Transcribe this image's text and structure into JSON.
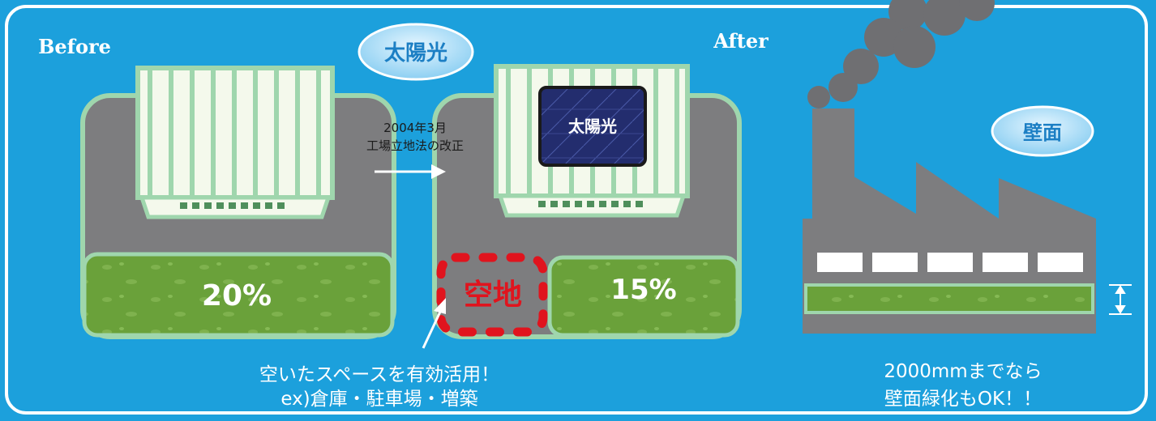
{
  "labels": {
    "before": "Before",
    "after": "After"
  },
  "badges": {
    "solar_top": "太陽光",
    "solar_roof": "太陽光",
    "wall": "壁面"
  },
  "law_change": {
    "line1": "2004年3月",
    "line2": "工場立地法の改正"
  },
  "green_ratio": {
    "before": "20%",
    "after": "15%"
  },
  "vacant_lot": "空地",
  "captions": {
    "left_line1": "空いたスペースを有効活用！",
    "left_line2": "ex)倉庫・駐車場・増築",
    "right_line1": "2000mmまでなら",
    "right_line2": "壁面緑化もOK！！"
  },
  "colors": {
    "background": "#1ca0dc",
    "site_gray": "#7d7d7f",
    "building_border": "#9fd6ad",
    "building_fill": "#f4f9ec",
    "grass": "#6aa13a",
    "vacant_red": "#e0141e",
    "solar_panel": "#232d6e"
  }
}
